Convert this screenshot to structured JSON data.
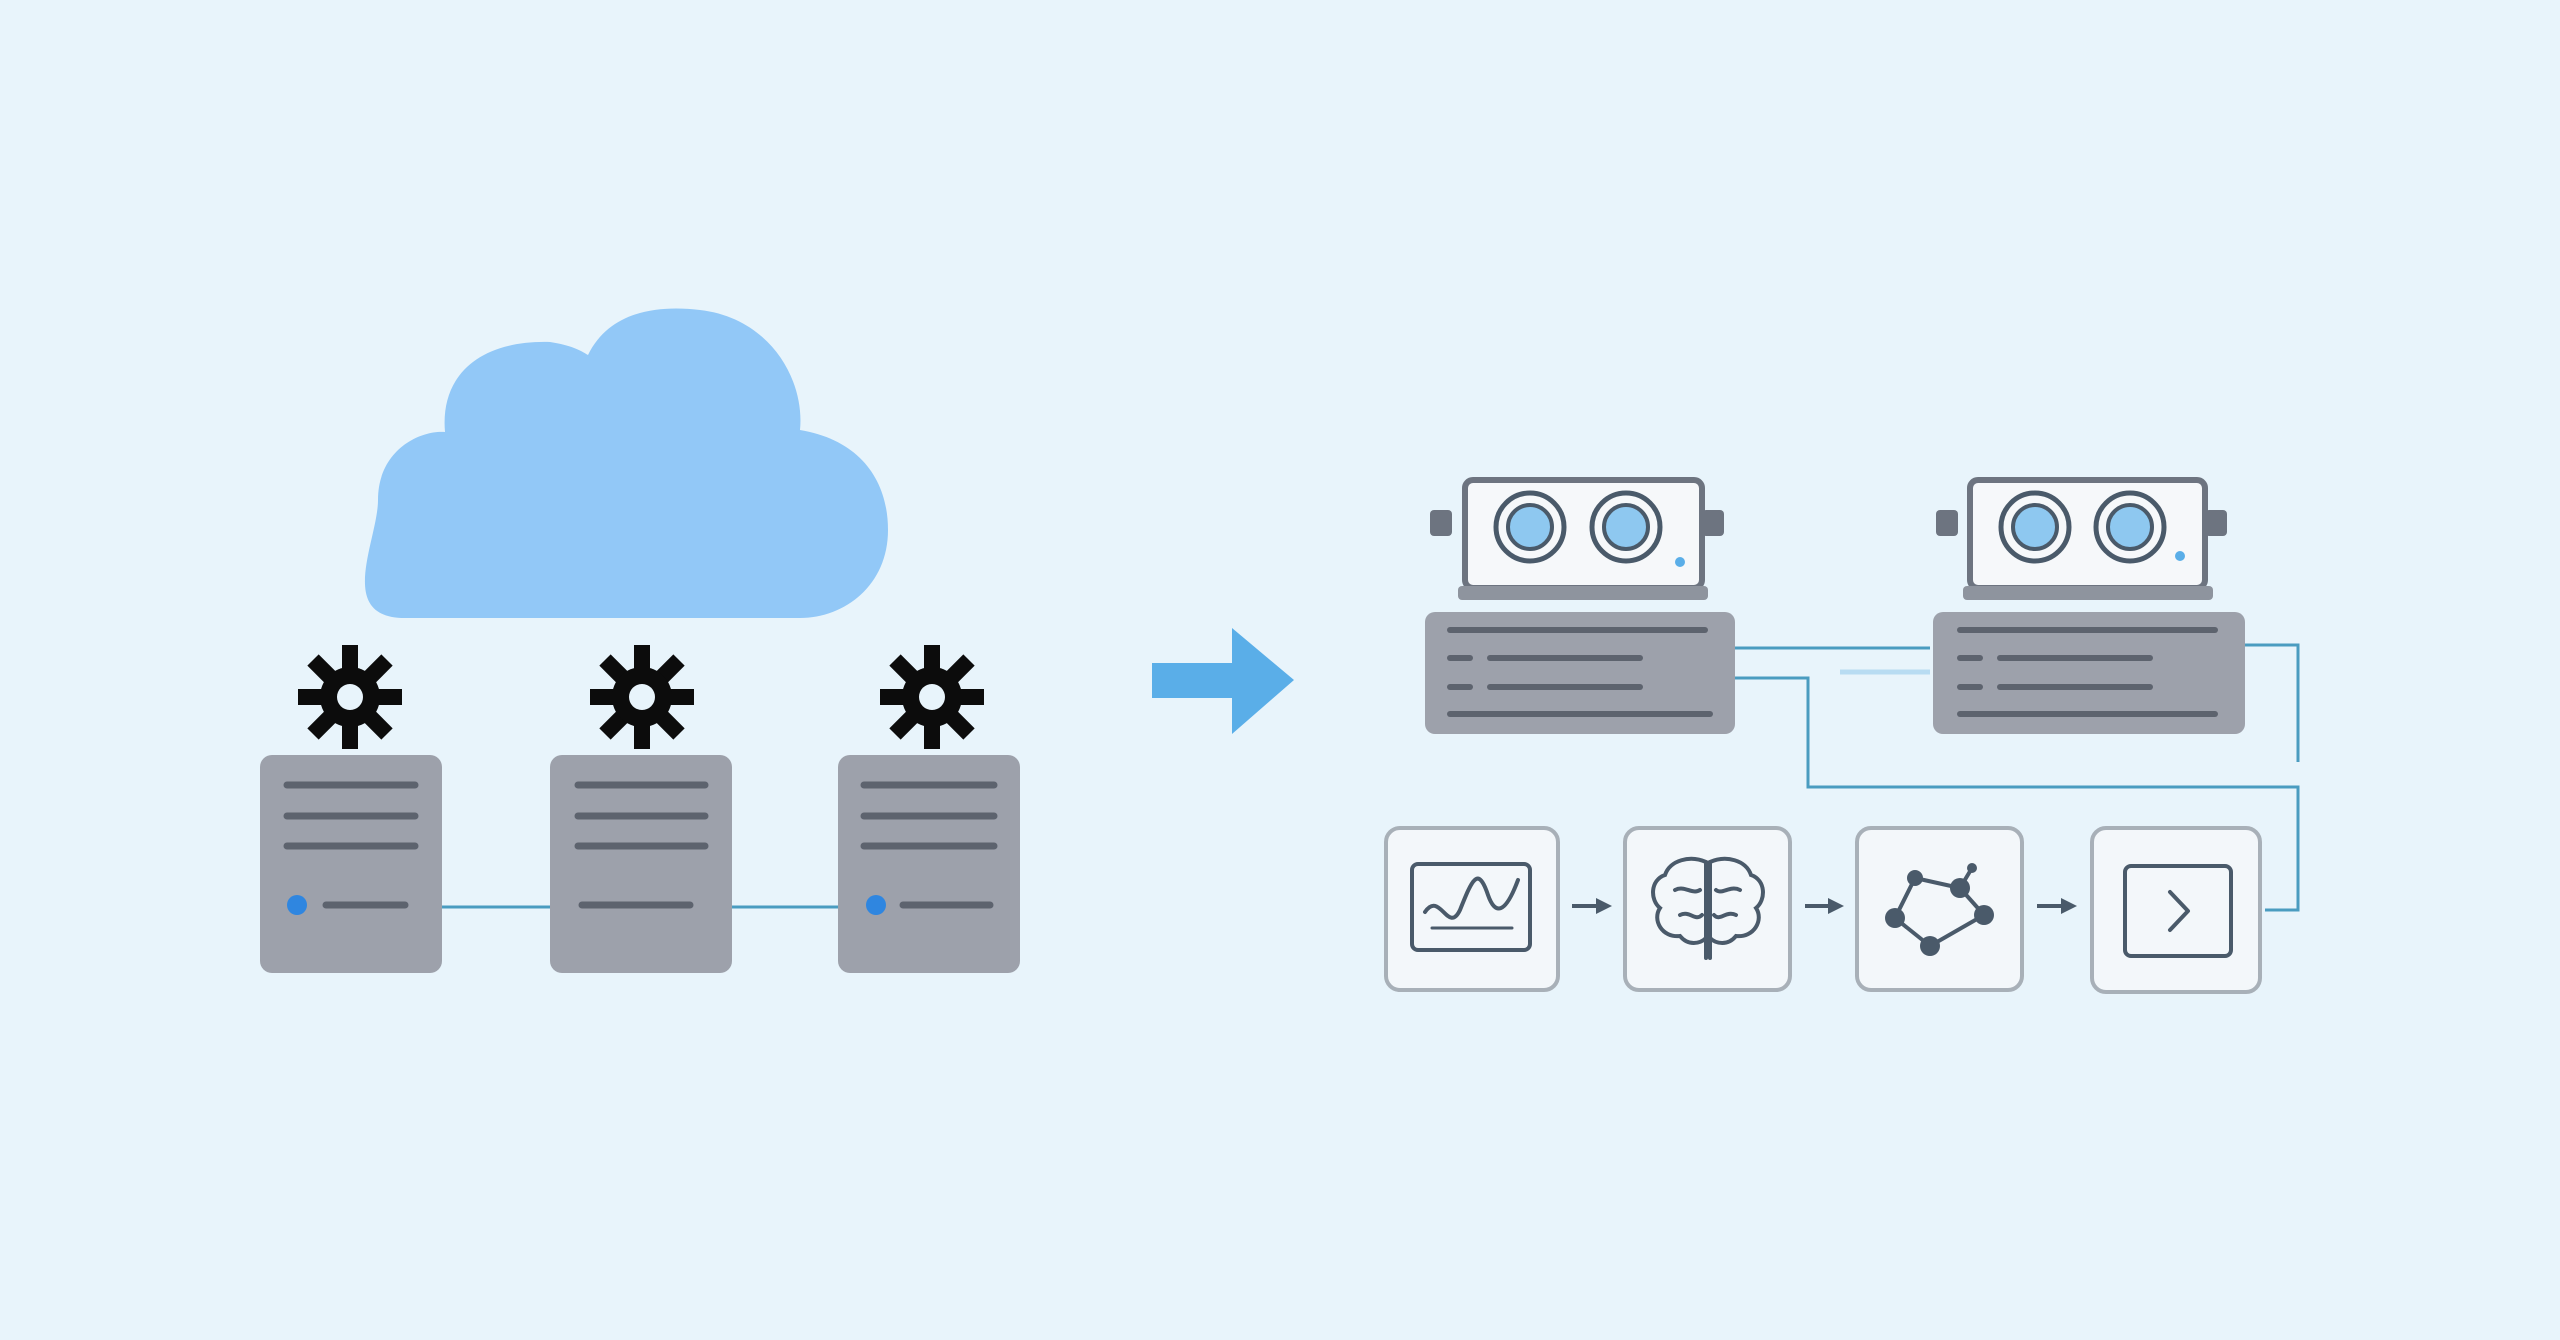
{
  "colors": {
    "background": "#e8f4fb",
    "cloud": "#92c8f7",
    "server_body": "#9da1ab",
    "server_line": "#5d636e",
    "server_led": "#2f86e0",
    "gear": "#0c0c0c",
    "arrow": "#5aaee8",
    "connector": "#4a9cc0",
    "box_border": "#a8b0b8",
    "box_fill": "#f3f7fa",
    "icon_stroke": "#4a5a6a",
    "gpu_lens": "#8ec8f0"
  },
  "left_group": {
    "cloud_icon": "cloud-icon",
    "servers": [
      {
        "name": "server-1",
        "gear_icon": "gear-icon",
        "status_led": true
      },
      {
        "name": "server-2",
        "gear_icon": "gear-icon",
        "status_led": false
      },
      {
        "name": "server-3",
        "gear_icon": "gear-icon",
        "status_led": true
      }
    ]
  },
  "transition_icon": "arrow-right-icon",
  "right_group": {
    "gpu_units": [
      {
        "name": "gpu-unit-1",
        "icon": "gpu-card-icon"
      },
      {
        "name": "gpu-unit-2",
        "icon": "gpu-card-icon"
      }
    ],
    "pipeline": [
      {
        "name": "stage-signal",
        "icon": "waveform-icon"
      },
      {
        "name": "stage-model",
        "icon": "brain-icon"
      },
      {
        "name": "stage-graph",
        "icon": "network-graph-icon"
      },
      {
        "name": "stage-output",
        "icon": "terminal-icon"
      }
    ]
  }
}
